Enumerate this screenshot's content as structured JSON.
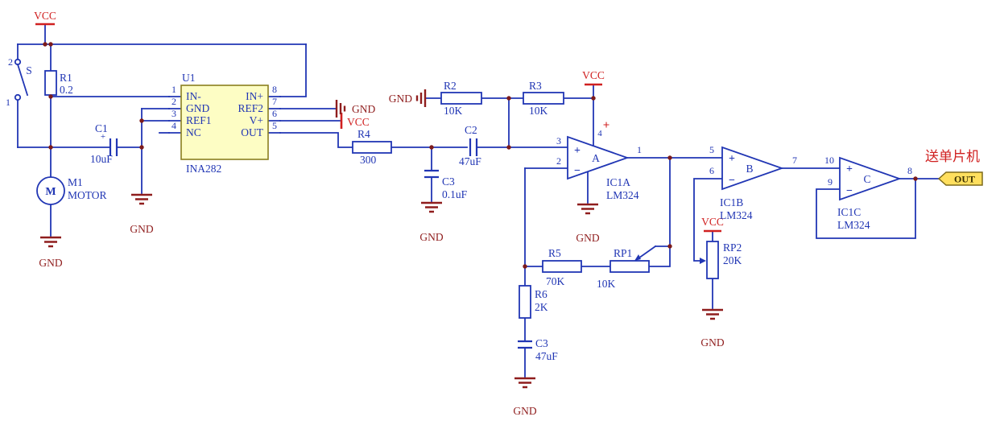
{
  "colors": {
    "wire_blue": "#2136b4",
    "power_red": "#d02020",
    "gnd_maroon": "#8f1d1d",
    "chip_fill": "#fdfdc4",
    "chip_border": "#8a7f1f",
    "tag_fill": "#ffdf5e",
    "tag_border": "#7d6a1a"
  },
  "power": {
    "vcc": "VCC",
    "gnd": "GND"
  },
  "annotation": {
    "to_mcu": "送单片机"
  },
  "out_tag": {
    "label": "OUT"
  },
  "components": {
    "switch": {
      "ref": "S",
      "pin_top": "2",
      "pin_bottom": "1"
    },
    "r1": {
      "ref": "R1",
      "value": "0.2"
    },
    "c1": {
      "ref": "C1",
      "value": "10uF",
      "polarity": "+"
    },
    "motor": {
      "ref": "M1",
      "value": "MOTOR",
      "symbol": "M"
    },
    "u1": {
      "ref": "U1",
      "part": "INA282",
      "pins_left": [
        {
          "num": "1",
          "name": "IN-"
        },
        {
          "num": "2",
          "name": "GND"
        },
        {
          "num": "3",
          "name": "REF1"
        },
        {
          "num": "4",
          "name": "NC"
        }
      ],
      "pins_right": [
        {
          "num": "8",
          "name": "IN+"
        },
        {
          "num": "7",
          "name": "REF2"
        },
        {
          "num": "6",
          "name": "V+"
        },
        {
          "num": "5",
          "name": "OUT"
        }
      ]
    },
    "r2": {
      "ref": "R2",
      "value": "10K"
    },
    "r3": {
      "ref": "R3",
      "value": "10K"
    },
    "r4": {
      "ref": "R4",
      "value": "300"
    },
    "c2": {
      "ref": "C2",
      "value": "47uF"
    },
    "c3a": {
      "ref": "C3",
      "value": "0.1uF"
    },
    "c3b": {
      "ref": "C3",
      "value": "47uF"
    },
    "r5": {
      "ref": "R5",
      "value": "70K"
    },
    "r6": {
      "ref": "R6",
      "value": "2K"
    },
    "rp1": {
      "ref": "RP1",
      "value": "10K"
    },
    "rp2": {
      "ref": "RP2",
      "value": "20K"
    },
    "ic1a": {
      "ref": "IC1A",
      "part": "LM324",
      "letter": "A",
      "plus": "+",
      "minus": "−",
      "pin_noninv": "3",
      "pin_inv": "2",
      "pin_out": "1",
      "pin_vplus": "4",
      "supply_plus": "+"
    },
    "ic1b": {
      "ref": "IC1B",
      "part": "LM324",
      "letter": "B",
      "plus": "+",
      "minus": "−",
      "pin_noninv": "5",
      "pin_inv": "6",
      "pin_out": "7"
    },
    "ic1c": {
      "ref": "IC1C",
      "part": "LM324",
      "letter": "C",
      "plus": "+",
      "minus": "−",
      "pin_noninv": "10",
      "pin_inv": "9",
      "pin_out": "8"
    }
  }
}
